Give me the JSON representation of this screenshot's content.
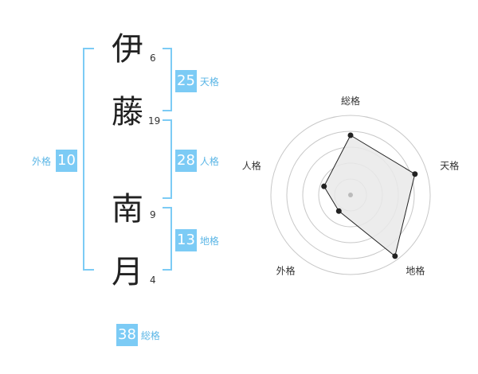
{
  "name_chars": [
    {
      "char": "伊",
      "strokes": "6"
    },
    {
      "char": "藤",
      "strokes": "19"
    },
    {
      "char": "南",
      "strokes": "9"
    },
    {
      "char": "月",
      "strokes": "4"
    }
  ],
  "kaku": {
    "tenkaku": {
      "value": "25",
      "label": "天格"
    },
    "jinkaku": {
      "value": "28",
      "label": "人格"
    },
    "chikaku": {
      "value": "13",
      "label": "地格"
    },
    "gaikaku": {
      "value": "10",
      "label": "外格"
    },
    "soukaku": {
      "value": "38",
      "label": "総格"
    }
  },
  "radar": {
    "axes": [
      "総格",
      "天格",
      "地格",
      "外格",
      "人格"
    ],
    "values": [
      0.75,
      0.85,
      0.95,
      0.25,
      0.35
    ],
    "colors": {
      "fill": "#e9e9e9",
      "line": "#222222",
      "grid": "#c8c8c8",
      "center": "#bbbbbb"
    }
  },
  "colors": {
    "accent": "#7ccbf5",
    "accent_text": "#5bb6e6"
  }
}
